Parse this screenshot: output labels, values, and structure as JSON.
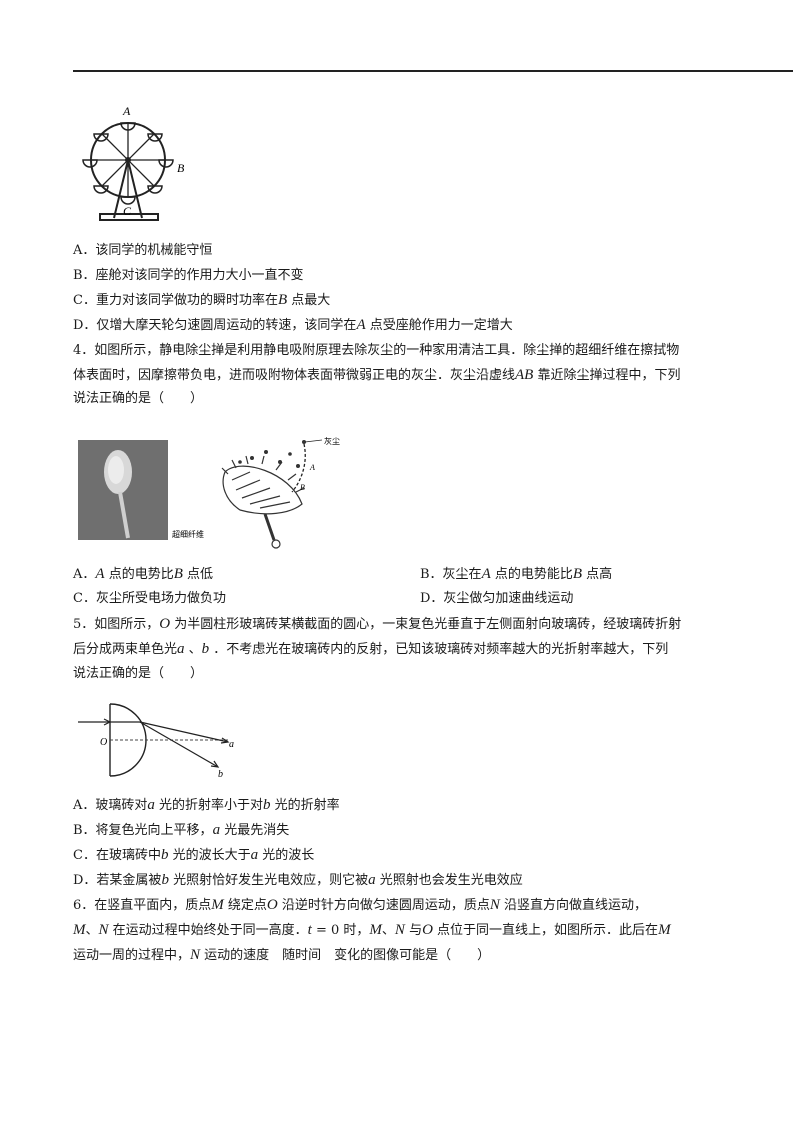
{
  "q3": {
    "figure_labels": {
      "a": "A",
      "b": "B",
      "c": "C"
    },
    "options": {
      "a": "A．该同学的机械能守恒",
      "b": "B．座舱对该同学的作用力大小一直不变",
      "c_pre": "C．重力对该同学做功的瞬时功率在",
      "c_var": "B",
      "c_post": " 点最大",
      "d_pre": "D．仅增大摩天轮匀速圆周运动的转速，该同学在",
      "d_var": "A",
      "d_post": " 点受座舱作用力一定增大"
    }
  },
  "q4": {
    "line1": "4．如图所示，静电除尘掸是利用静电吸附原理去除灰尘的一种家用清洁工具．除尘掸的超细纤维在擦拭物",
    "line2": "体表面时，因摩擦带负电，进而吸附物体表面带微弱正电的灰尘．灰尘沿虚线",
    "line2_var": "AB",
    "line2_post": " 靠近除尘掸过程中，下列",
    "line3": "说法正确的是（　　）",
    "figure_labels": {
      "dust": "灰尘",
      "a": "A",
      "b": "B",
      "fiber": "超细纤维"
    },
    "options": {
      "a_pre": "A．",
      "a_var1": "A",
      "a_mid": " 点的电势比",
      "a_var2": "B",
      "a_post": " 点低",
      "b_pre": "B．灰尘在",
      "b_var1": "A",
      "b_mid": " 点的电势能比",
      "b_var2": "B",
      "b_post": " 点高",
      "c": "C．灰尘所受电场力做负功",
      "d": "D．灰尘做匀加速曲线运动"
    }
  },
  "q5": {
    "line1_pre": "5．如图所示，",
    "line1_var": "O",
    "line1_post": " 为半圆柱形玻璃砖某横截面的圆心，一束复色光垂直于左侧面射向玻璃砖，经玻璃砖折射",
    "line2_pre": "后分成两束单色光",
    "line2_var1": "a",
    "line2_mid": " 、",
    "line2_var2": "b",
    "line2_post": " ．不考虑光在玻璃砖内的反射，已知该玻璃砖对频率越大的光折射率越大，下列",
    "line3": "说法正确的是（　　）",
    "figure_labels": {
      "o": "O",
      "a": "a",
      "b": "b"
    },
    "options": {
      "a_pre": "A．玻璃砖对",
      "a_var1": "a",
      "a_mid": " 光的折射率小于对",
      "a_var2": "b",
      "a_post": " 光的折射率",
      "b_pre": "B．将复色光向上平移，",
      "b_var": "a",
      "b_post": " 光最先消失",
      "c_pre": "C．在玻璃砖中",
      "c_var1": "b",
      "c_mid": " 光的波长大于",
      "c_var2": "a",
      "c_post": " 光的波长",
      "d_pre": "D．若某金属被",
      "d_var1": "b",
      "d_mid": " 光照射恰好发生光电效应，则它被",
      "d_var2": "a",
      "d_post": " 光照射也会发生光电效应"
    }
  },
  "q6": {
    "line1_pre": "6．在竖直平面内，质点",
    "line1_var1": "M",
    "line1_mid1": " 绕定点",
    "line1_var2": "O",
    "line1_mid2": " 沿逆时针方向做匀速圆周运动，质点",
    "line1_var3": "N",
    "line1_post": " 沿竖直方向做直线运动，",
    "line2_var1": "M",
    "line2_mid1": "、",
    "line2_var2": "N",
    "line2_mid2": " 在运动过程中始终处于同一高度．",
    "line2_var3": "t",
    "line2_mid3": " = 0 时，",
    "line2_var4": "M",
    "line2_mid4": "、",
    "line2_var5": "N",
    "line2_mid5": " 与",
    "line2_var6": "O",
    "line2_post": " 点位于同一直线上，如图所示．此后在",
    "line2_var7": "M",
    "line3_pre": "运动一周的过程中，",
    "line3_var": "N",
    "line3_post": " 运动的速度　随时间　变化的图像可能是（　　）"
  }
}
